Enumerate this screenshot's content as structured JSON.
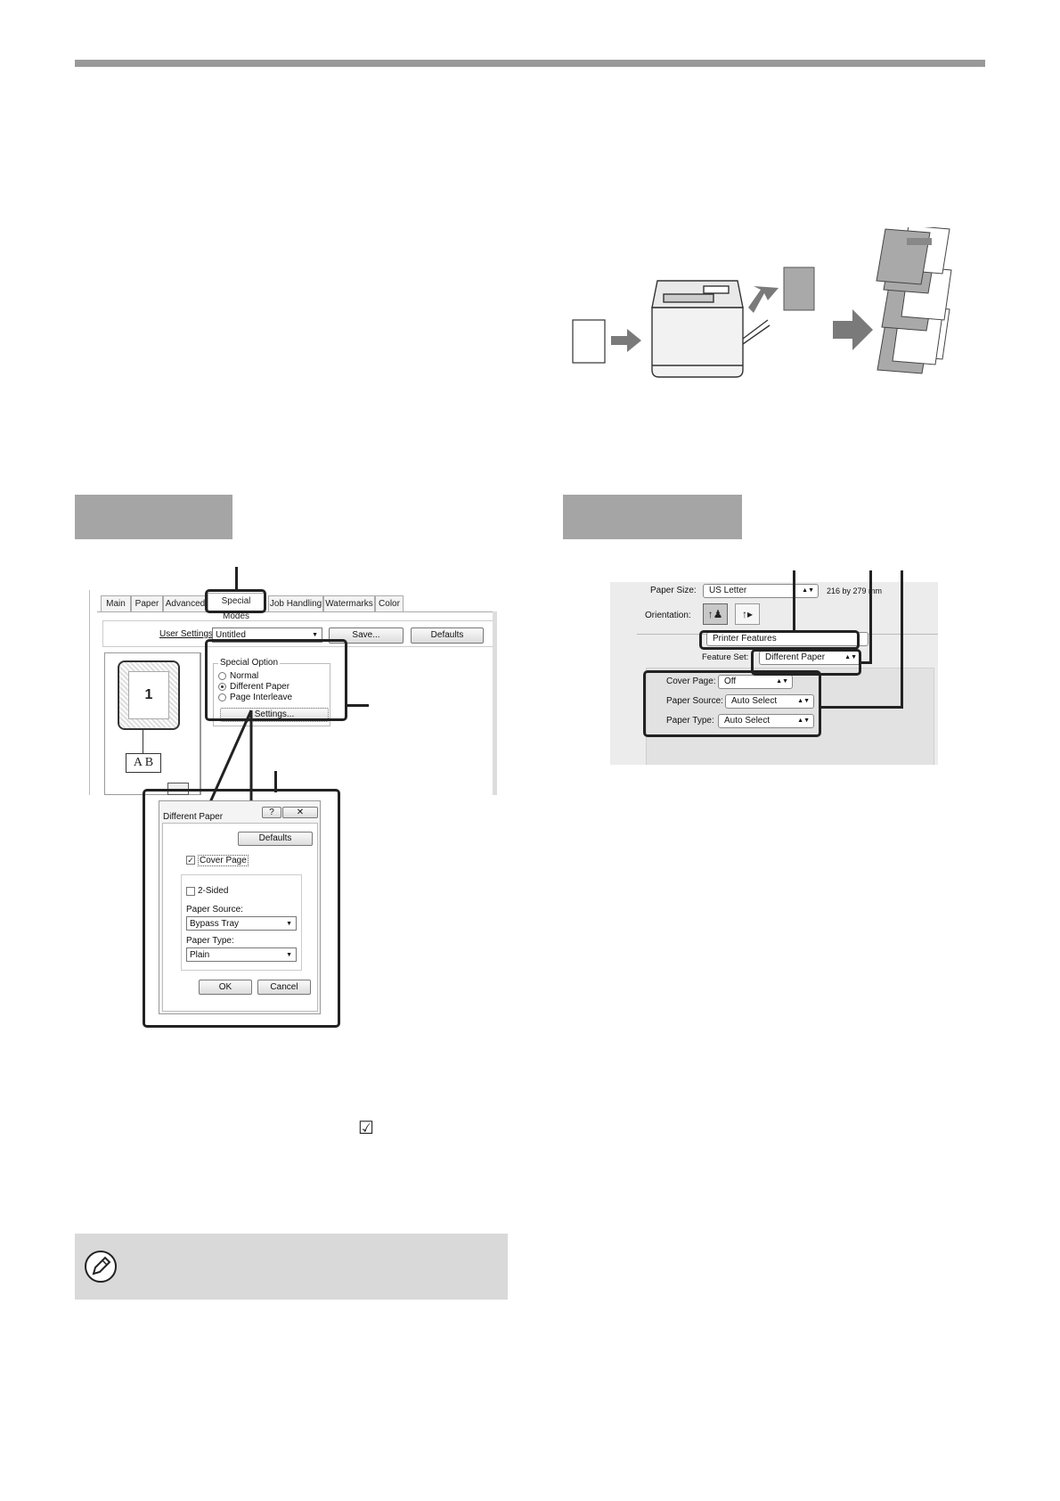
{
  "page": {
    "section_label_left": "",
    "section_label_right": ""
  },
  "illustration": {
    "icons": [
      "printer-icon",
      "cover-sheet-icon",
      "paper-arrow-icon",
      "output-stack-icon"
    ],
    "colors": {
      "sheet_gray": "#a9a9a9",
      "arrow_gray": "#7a7a7a",
      "printer_body": "#f2f2f2"
    }
  },
  "windows": {
    "tabs": [
      "Main",
      "Paper",
      "Advanced",
      "Special Modes",
      "Job Handling",
      "Watermarks",
      "Color"
    ],
    "active_tab": "Special Modes",
    "user_settings_label": "User Settings:",
    "user_settings_value": "Untitled",
    "save_button": "Save...",
    "defaults_button": "Defaults",
    "preview_page_number": "1",
    "preview_letters": "A B",
    "special_option_label": "Special Option",
    "options": [
      {
        "label": "Normal",
        "selected": false
      },
      {
        "label": "Different Paper",
        "selected": true
      },
      {
        "label": "Page Interleave",
        "selected": false
      }
    ],
    "settings_button": "Settings...",
    "dialog": {
      "title": "Different Paper",
      "help_glyph": "?",
      "close_glyph": "✕",
      "defaults_button": "Defaults",
      "cover_page_label": "Cover Page",
      "cover_page_checked": true,
      "two_sided_label": "2-Sided",
      "two_sided_checked": false,
      "paper_source_label": "Paper Source:",
      "paper_source_value": "Bypass Tray",
      "paper_type_label": "Paper Type:",
      "paper_type_value": "Plain",
      "ok_button": "OK",
      "cancel_button": "Cancel"
    }
  },
  "mac": {
    "paper_size_label": "Paper Size:",
    "paper_size_value": "US Letter",
    "paper_size_dims": "216 by 279 mm",
    "orientation_label": "Orientation:",
    "panel_value": "Printer Features",
    "feature_set_label": "Feature Set:",
    "feature_set_value": "Different Paper",
    "cover_page_label": "Cover Page:",
    "cover_page_value": "Off",
    "paper_source_label": "Paper Source:",
    "paper_source_value": "Auto Select",
    "paper_type_label": "Paper Type:",
    "paper_type_value": "Auto Select"
  },
  "body": {
    "checkbox_glyph": "☑"
  },
  "note": {
    "icon": "pencil-note-icon",
    "text": ""
  }
}
